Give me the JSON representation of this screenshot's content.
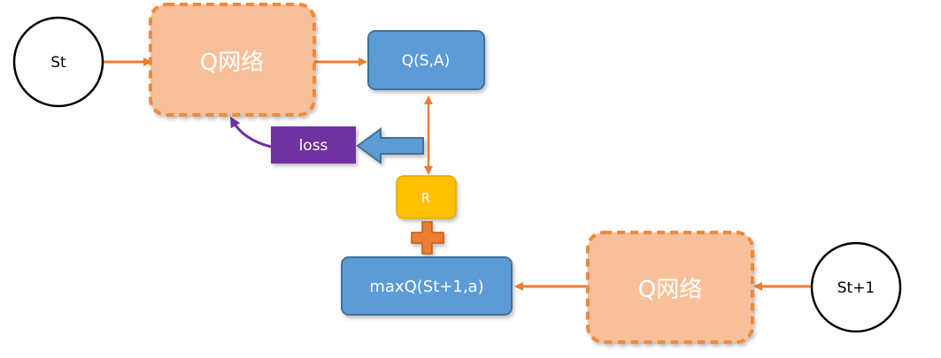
{
  "colors": {
    "orange_arrow": "#ED7D31",
    "q_net_fill": "#F8C09A",
    "q_net_border": "#EE8A3C",
    "blue_box": "#5B9BD5",
    "blue_border": "#41719C",
    "purple_box": "#7030A0",
    "gold_box": "#FFC000",
    "gold_border": "#E0A800",
    "plus_orange": "#ED7D31",
    "circle_stroke": "#000000",
    "text_white": "#FFFFFF",
    "text_dark": "#000000"
  },
  "nodes": {
    "state_t": "St",
    "q_network_top": "Q网络",
    "q_value": "Q(S,A)",
    "loss": "loss",
    "reward": "R",
    "max_q": "maxQ(St+1,a)",
    "q_network_bottom": "Q网络",
    "state_t1": "St+1"
  }
}
